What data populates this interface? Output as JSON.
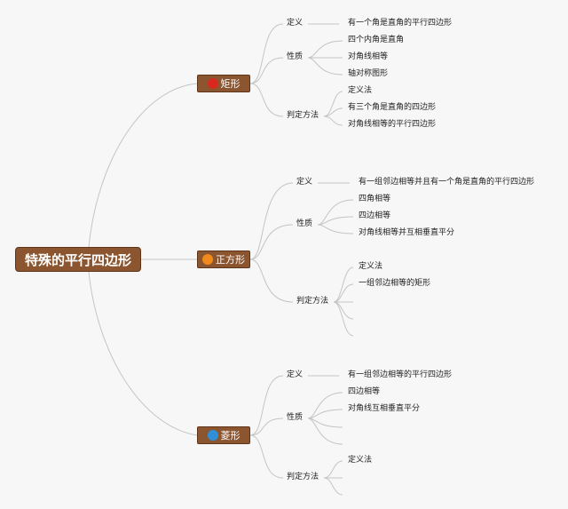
{
  "root": {
    "label": "特殊的平行四边形"
  },
  "branches": [
    {
      "label": "矩形",
      "icon": "red-circle-icon",
      "color": "#d9281e",
      "groups": [
        {
          "label": "定义",
          "items": [
            "有一个角是直角的平行四边形"
          ]
        },
        {
          "label": "性质",
          "items": [
            "四个内角是直角",
            "对角线相等",
            "轴对称图形"
          ]
        },
        {
          "label": "判定方法",
          "items": [
            "定义法",
            "有三个角是直角的四边形",
            "对角线相等的平行四边形"
          ]
        }
      ]
    },
    {
      "label": "正方形",
      "icon": "orange-circle-icon",
      "color": "#f08a1d",
      "groups": [
        {
          "label": "定义",
          "items": [
            "有一组邻边相等并且有一个角是直角的平行四边形"
          ]
        },
        {
          "label": "性质",
          "items": [
            "四角相等",
            "四边相等",
            "对角线相等并互相垂直平分"
          ]
        },
        {
          "label": "判定方法",
          "items": [
            "定义法",
            "一组邻边相等的矩形",
            "",
            "",
            ""
          ]
        }
      ]
    },
    {
      "label": "菱形",
      "icon": "blue-circle-icon",
      "color": "#2f8fd8",
      "groups": [
        {
          "label": "定义",
          "items": [
            "有一组邻边相等的平行四边形"
          ]
        },
        {
          "label": "性质",
          "items": [
            "四边相等",
            "对角线互相垂直平分",
            "",
            ""
          ]
        },
        {
          "label": "判定方法",
          "items": [
            "定义法",
            "",
            ""
          ]
        }
      ]
    }
  ]
}
